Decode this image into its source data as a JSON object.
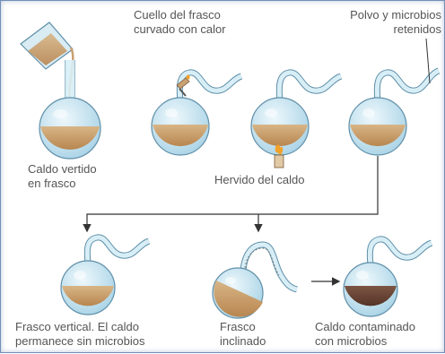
{
  "labels": {
    "l1": [
      "Caldo vertido",
      "en frasco"
    ],
    "l2": [
      "Cuello del frasco",
      "curvado con calor"
    ],
    "l3": [
      "Hervido del caldo"
    ],
    "l4": [
      "Polvo y microbios",
      "retenidos"
    ],
    "l5": [
      "Frasco vertical. El caldo",
      "permanece sin microbios"
    ],
    "l6": [
      "Frasco",
      "inclinado"
    ],
    "l7": [
      "Caldo contaminado",
      "con microbios"
    ]
  },
  "colors": {
    "broth": "#c9a071",
    "broth_contaminated": "#6b4636",
    "glass": "#b9dcea",
    "glass_stroke": "#5f8fa8",
    "arrow": "#333333",
    "flame": "#f2a12b"
  }
}
